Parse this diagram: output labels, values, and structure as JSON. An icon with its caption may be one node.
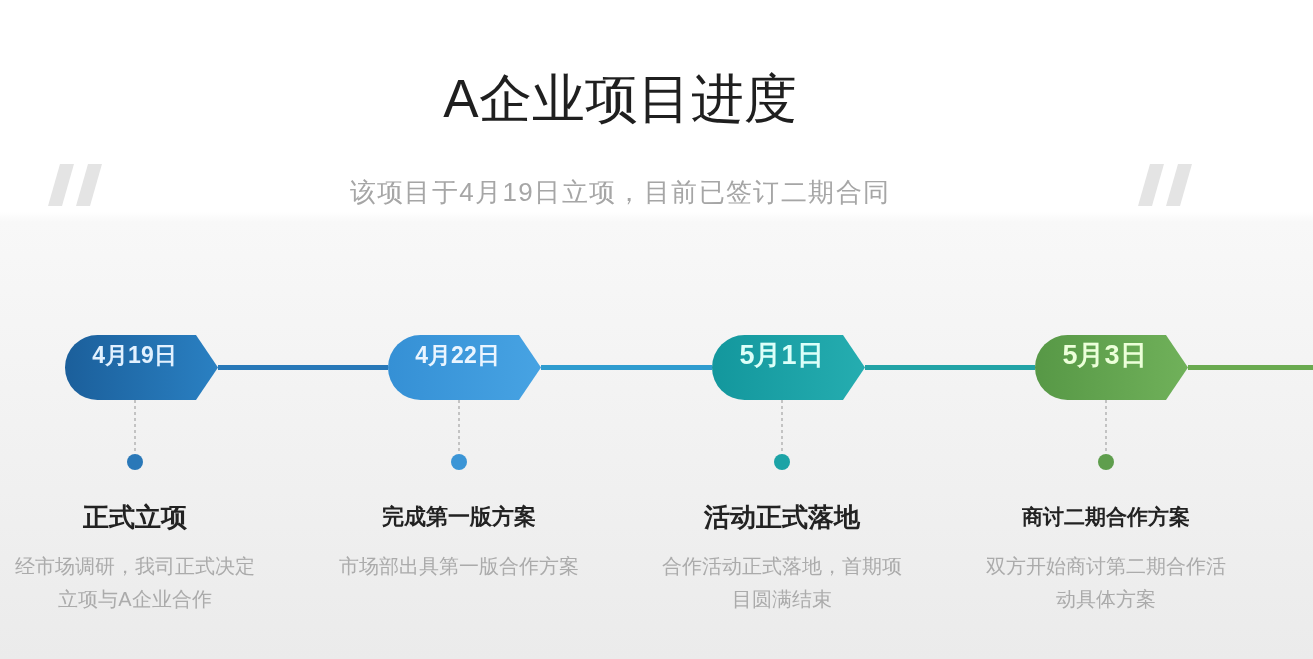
{
  "diagram": {
    "title": "A企业项目进度",
    "nodes": [
      {
        "text": [
          "4月19日"
        ]
      },
      {
        "text": [
          "4月22日"
        ]
      },
      {
        "text": [
          "5月1日"
        ]
      },
      {
        "text": [
          "5月3日"
        ]
      },
      {
        "text": [],
        "shape": "circle",
        "beside": [
          "正式立项",
          "经市场调研，我司正式决定立项与A企业合作"
        ]
      },
      {
        "text": [],
        "shape": "circle",
        "beside": [
          "完成第一版方案",
          "市场部出具第一版合作方案"
        ]
      },
      {
        "text": [],
        "shape": "circle",
        "beside": [
          "活动正式落地",
          "合作活动正式落地，首期项目圆满结束"
        ]
      },
      {
        "text": [],
        "shape": "circle",
        "beside": [
          "商讨二期合作方案",
          "双方开始商讨第二期合作活动具体方案"
        ]
      }
    ],
    "edges": [
      {
        "from": 0,
        "to": 1,
        "arrow": "none",
        "style": "thick",
        "color": "#2878b8"
      },
      {
        "from": 1,
        "to": 2,
        "arrow": "none",
        "style": "thick",
        "color": "#2f9ccf"
      },
      {
        "from": 2,
        "to": 3,
        "arrow": "none",
        "style": "thick",
        "color": "#22a3a6"
      },
      {
        "from": 3,
        "to": null,
        "arrow": "none",
        "style": "thick",
        "color": "#6aaa50"
      },
      {
        "from": 0,
        "to": 4,
        "arrow": "none",
        "style": "dashed",
        "color": "#b4b4b4"
      },
      {
        "from": 1,
        "to": 5,
        "arrow": "none",
        "style": "dashed",
        "color": "#b4b4b4"
      },
      {
        "from": 2,
        "to": 6,
        "arrow": "none",
        "style": "dashed",
        "color": "#b4b4b4"
      },
      {
        "from": 3,
        "to": 7,
        "arrow": "none",
        "style": "dashed",
        "color": "#b4b4b4"
      }
    ],
    "labels": [
      "该项目于4月19日立项，目前已签订二期合同"
    ]
  }
}
